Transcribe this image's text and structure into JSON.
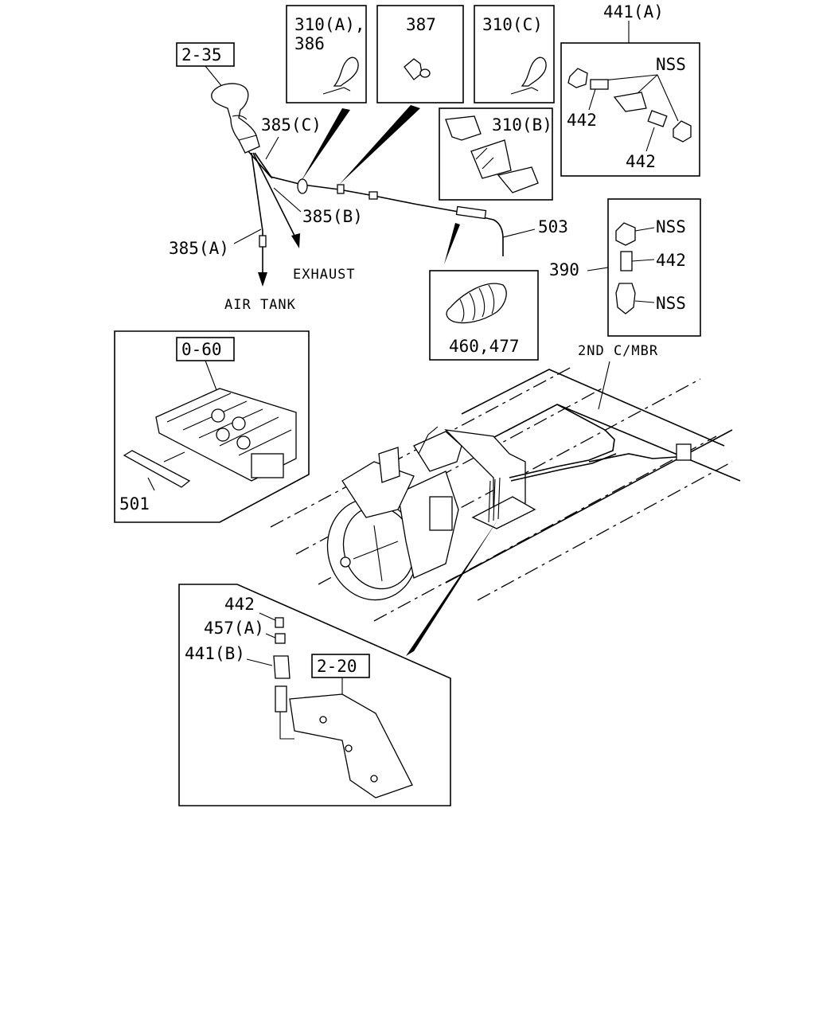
{
  "refs": {
    "r235": "2-35",
    "r060": "0-60",
    "r220": "2-20"
  },
  "labels": {
    "l310a": "310(A),",
    "l386": "386",
    "l387": "387",
    "l310c": "310(C)",
    "l441a": "441(A)",
    "l310b": "310(B)",
    "l385c": "385(C)",
    "l385b": "385(B)",
    "l385a": "385(A)",
    "l503": "503",
    "l390": "390",
    "l460": "460,477",
    "l501": "501",
    "l442_top": "442",
    "l457a": "457(A)",
    "l441b": "441(B)",
    "nss1": "NSS",
    "nss2": "NSS",
    "nss3": "NSS",
    "n442a": "442",
    "n442b": "442",
    "n442c": "442"
  },
  "annotations": {
    "exhaust": "EXHAUST",
    "air_tank": "AIR TANK",
    "second_cmbr": "2ND C/MBR"
  },
  "colors": {
    "line": "#000000",
    "background": "#ffffff"
  }
}
